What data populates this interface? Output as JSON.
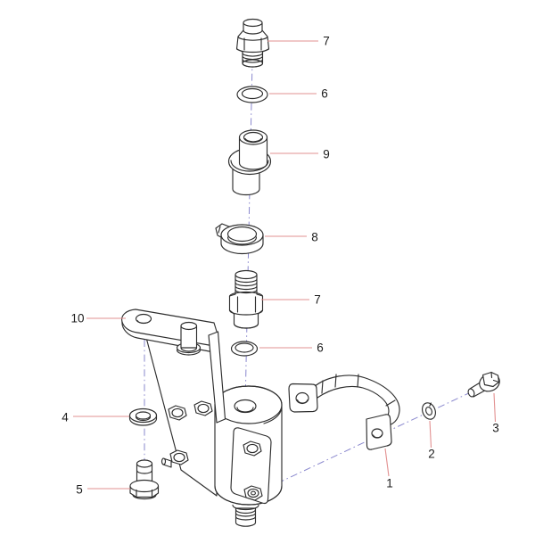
{
  "diagram": {
    "background_color": "#ffffff",
    "colors": {
      "part_line": "#2e2e2e",
      "leader_line": "#e29090",
      "centerline": "#8a88ce",
      "label_text": "#1c1c1c"
    },
    "callouts": [
      {
        "part": "mounting-strap-clamp",
        "label": "1"
      },
      {
        "part": "lock-washer",
        "label": "2"
      },
      {
        "part": "hex-bolt",
        "label": "3"
      },
      {
        "part": "flat-washer",
        "label": "4"
      },
      {
        "part": "flange-bolt",
        "label": "5"
      },
      {
        "part": "sealing-ring-upper",
        "label": "6"
      },
      {
        "part": "sealing-ring-lower",
        "label": "6"
      },
      {
        "part": "fitting-upper",
        "label": "7"
      },
      {
        "part": "fitting-lower",
        "label": "7"
      },
      {
        "part": "clamp-ring",
        "label": "8"
      },
      {
        "part": "valve-connector",
        "label": "9"
      },
      {
        "part": "bracket",
        "label": "10"
      }
    ]
  }
}
